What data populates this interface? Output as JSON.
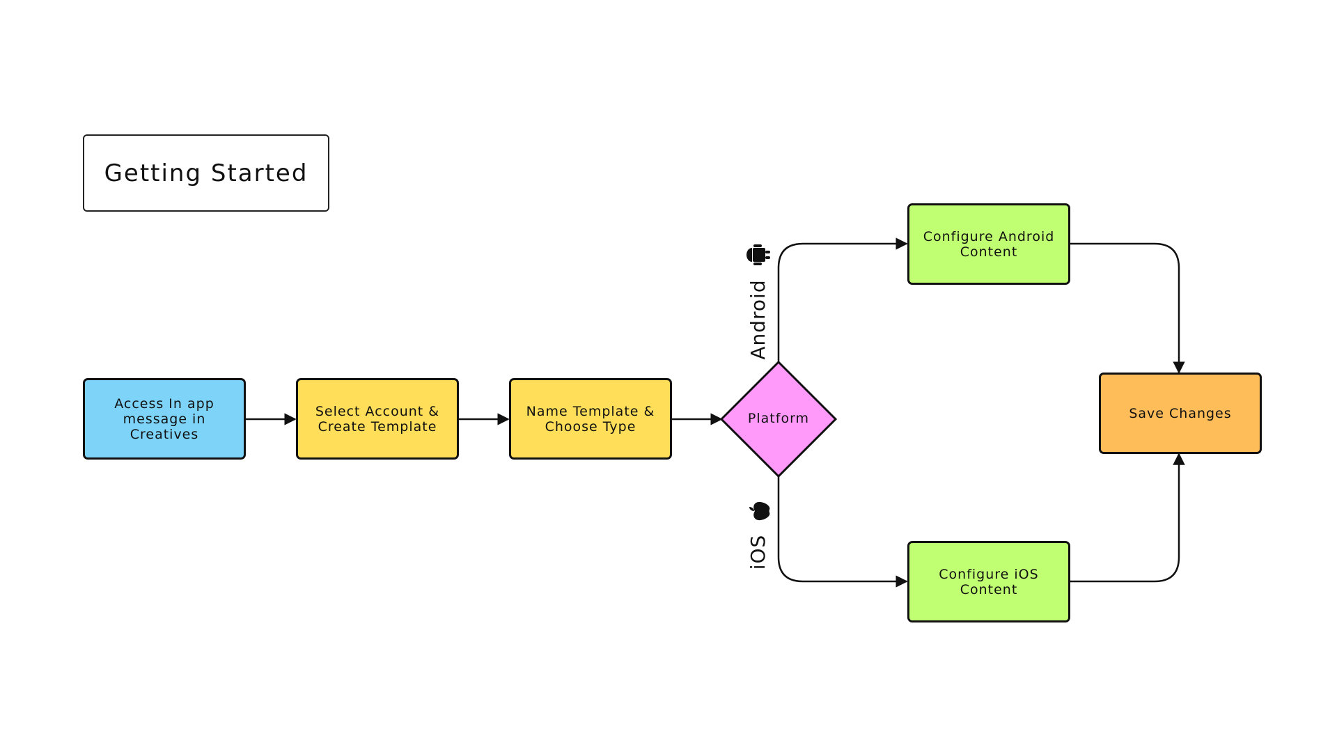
{
  "title": "Getting Started",
  "nodes": {
    "access": "Access In app message in Creatives",
    "select": "Select Account & Create Template",
    "name": "Name Template & Choose Type",
    "platform": "Platform",
    "android_content": "Configure Android Content",
    "ios_content": "Configure iOS Content",
    "save": "Save Changes"
  },
  "branches": {
    "android": "Android",
    "ios": "iOS"
  },
  "icons": {
    "android": "android-icon",
    "ios": "apple-icon"
  },
  "colors": {
    "blue": "#7dd3f8",
    "yellow": "#ffde59",
    "pink": "#ff99fa",
    "green": "#c1ff72",
    "orange": "#ffbd59"
  }
}
